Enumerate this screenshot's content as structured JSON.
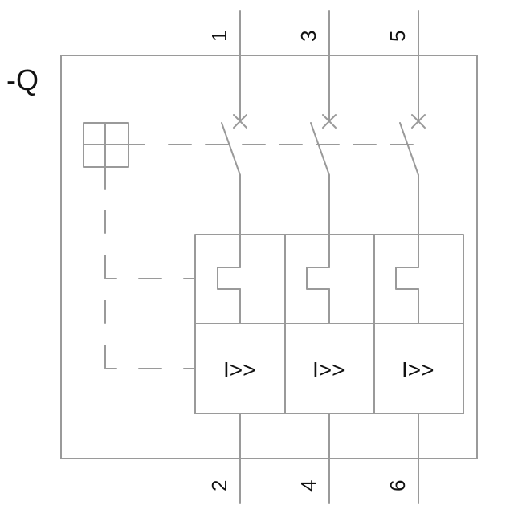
{
  "diagram": {
    "designation": "-Q",
    "description": "3-pole circuit breaker with thermal and magnetic trip",
    "line_color": "#9a9a9a",
    "text_color": "#111111",
    "poles": [
      {
        "top_terminal": "1",
        "bottom_terminal": "2",
        "magnetic_trip_label": "I>>"
      },
      {
        "top_terminal": "3",
        "bottom_terminal": "4",
        "magnetic_trip_label": "I>>"
      },
      {
        "top_terminal": "5",
        "bottom_terminal": "6",
        "magnetic_trip_label": "I>>"
      }
    ],
    "actuator": "manual-operator",
    "linkage": "mechanical-linkage-dashed"
  }
}
